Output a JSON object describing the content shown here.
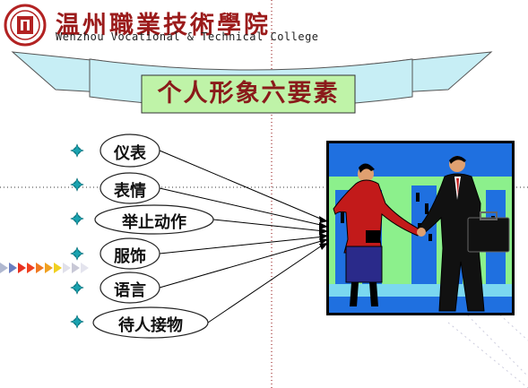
{
  "header": {
    "school_name_cn": "温州職業技術學院",
    "school_name_en": "Wenzhou Vocational & Technical College"
  },
  "title_banner": {
    "text": "个人形象六要素"
  },
  "elements": [
    {
      "label": "仪表"
    },
    {
      "label": "表情"
    },
    {
      "label": "举止动作"
    },
    {
      "label": "服饰"
    },
    {
      "label": "语言"
    },
    {
      "label": "待人接物"
    }
  ],
  "colors": {
    "brand_red": "#9b1b1b",
    "banner_fill": "#c7eef5",
    "title_box": "#bff3a8",
    "bullet": "#1aa3b0",
    "photo_sky": "#1f70e0",
    "photo_building": "#8cf08c"
  },
  "icons": {
    "logo": "college-seal-icon",
    "bullet": "star-bullet-icon",
    "arrows": "triangle-arrow-row-icon",
    "photo": "business-handshake-illustration"
  }
}
